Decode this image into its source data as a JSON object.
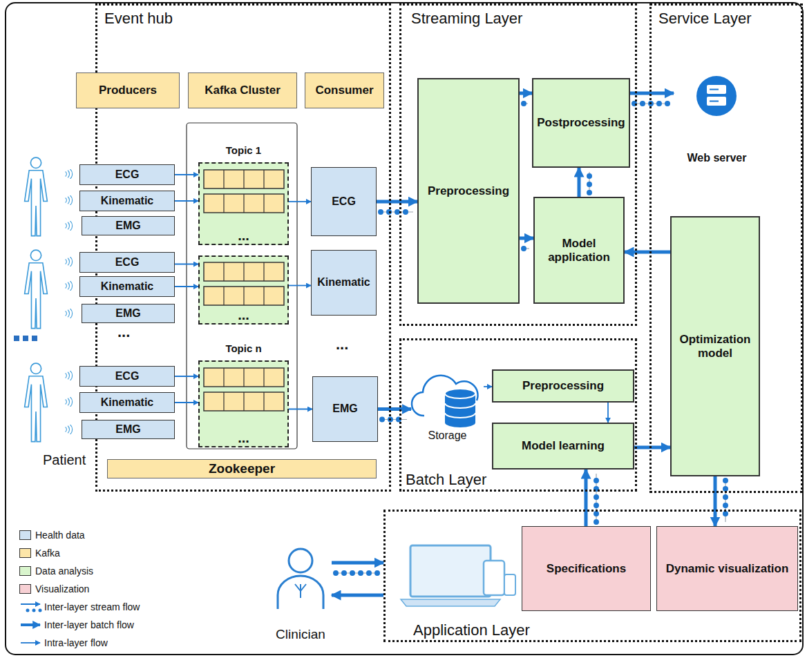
{
  "diagram": {
    "nodes": [
      {
        "text": [
          "Event hub"
        ]
      },
      {
        "text": [
          "Producers"
        ],
        "in": 0
      },
      {
        "text": [
          "Kafka Cluster"
        ],
        "in": 0
      },
      {
        "text": [
          "Consumer"
        ],
        "in": 0
      },
      {
        "text": [
          "ECG"
        ],
        "in": 0
      },
      {
        "text": [
          "Kinematic"
        ],
        "in": 0
      },
      {
        "text": [
          "EMG"
        ],
        "in": 0
      },
      {
        "text": [
          "ECG"
        ],
        "in": 0
      },
      {
        "text": [
          "Kinematic"
        ],
        "in": 0
      },
      {
        "text": [
          "EMG"
        ],
        "in": 0
      },
      {
        "text": [
          "ECG"
        ],
        "in": 0
      },
      {
        "text": [
          "Kinematic"
        ],
        "in": 0
      },
      {
        "text": [
          "EMG"
        ],
        "in": 0
      },
      {
        "text": [
          "Topic 1",
          "..."
        ],
        "in": 0
      },
      {
        "text": [
          "..."
        ],
        "in": 0
      },
      {
        "text": [
          "Topic n",
          "..."
        ],
        "in": 0
      },
      {
        "text": [
          "ECG"
        ],
        "in": 0
      },
      {
        "text": [
          "Kinematic"
        ],
        "in": 0
      },
      {
        "text": [
          "EMG"
        ],
        "in": 0
      },
      {
        "text": [
          "Zookeeper"
        ],
        "in": 0
      },
      {
        "text": [
          "Streaming Layer"
        ]
      },
      {
        "text": [
          "Preprocessing"
        ],
        "in": 20
      },
      {
        "text": [
          "Postprocessing"
        ],
        "in": 20
      },
      {
        "text": [
          "Model application"
        ],
        "in": 20
      },
      {
        "text": [
          "Service Layer"
        ]
      },
      {
        "text": [
          "Web server"
        ],
        "in": 24
      },
      {
        "text": [
          "Optimization model"
        ],
        "in": 24
      },
      {
        "text": [
          "Batch Layer"
        ]
      },
      {
        "text": [
          "Storage"
        ],
        "in": 27
      },
      {
        "text": [
          "Preprocessing"
        ],
        "in": 27
      },
      {
        "text": [
          "Model learning"
        ],
        "in": 27
      },
      {
        "text": [
          "Application Layer"
        ]
      },
      {
        "text": [
          "Specifications"
        ],
        "in": 31
      },
      {
        "text": [
          "Dynamic visualization"
        ],
        "in": 31
      },
      {
        "text": [
          "Clinician"
        ]
      }
    ],
    "edges": [
      {
        "from": 4,
        "to": 13,
        "arrow": "to"
      },
      {
        "from": 5,
        "to": 13,
        "arrow": "to"
      },
      {
        "from": 7,
        "to": 14,
        "arrow": "to"
      },
      {
        "from": 8,
        "to": 14,
        "arrow": "to"
      },
      {
        "from": 10,
        "to": 15,
        "arrow": "to"
      },
      {
        "from": 11,
        "to": 15,
        "arrow": "to"
      },
      {
        "from": 13,
        "to": 16,
        "arrow": "to"
      },
      {
        "from": 14,
        "to": 17,
        "arrow": "to"
      },
      {
        "from": 15,
        "to": 18,
        "arrow": "to"
      },
      {
        "from": 16,
        "to": 21,
        "arrow": "to"
      },
      {
        "from": 18,
        "to": 28,
        "arrow": "to"
      },
      {
        "from": 21,
        "to": 22,
        "arrow": "to"
      },
      {
        "from": 21,
        "to": 23,
        "arrow": "to"
      },
      {
        "from": 23,
        "to": 22,
        "arrow": "to"
      },
      {
        "from": 22,
        "to": 25,
        "arrow": "to"
      },
      {
        "from": 26,
        "to": 23,
        "arrow": "to"
      },
      {
        "from": 28,
        "to": 29,
        "arrow": "to"
      },
      {
        "from": 29,
        "to": 30,
        "arrow": "to"
      },
      {
        "from": 30,
        "to": 26,
        "arrow": "to"
      },
      {
        "from": 32,
        "to": 30,
        "arrow": "to"
      },
      {
        "from": 26,
        "to": 33,
        "arrow": "to"
      },
      {
        "from": 34,
        "to": 31,
        "arrow": "to"
      },
      {
        "from": 31,
        "to": 34,
        "arrow": "to"
      }
    ],
    "labels": [
      "Patient",
      "...",
      "..."
    ],
    "legend": [
      {
        "text": "Health data",
        "color": "#cfe2f3"
      },
      {
        "text": "Kafka",
        "color": "#fde6a8"
      },
      {
        "text": "Data analysis",
        "color": "#d9f5cd"
      },
      {
        "text": "Visualization",
        "color": "#f7d0d4"
      },
      {
        "text": "Inter-layer stream flow"
      },
      {
        "text": "Inter-layer batch flow"
      },
      {
        "text": "Intra-layer flow"
      }
    ]
  }
}
